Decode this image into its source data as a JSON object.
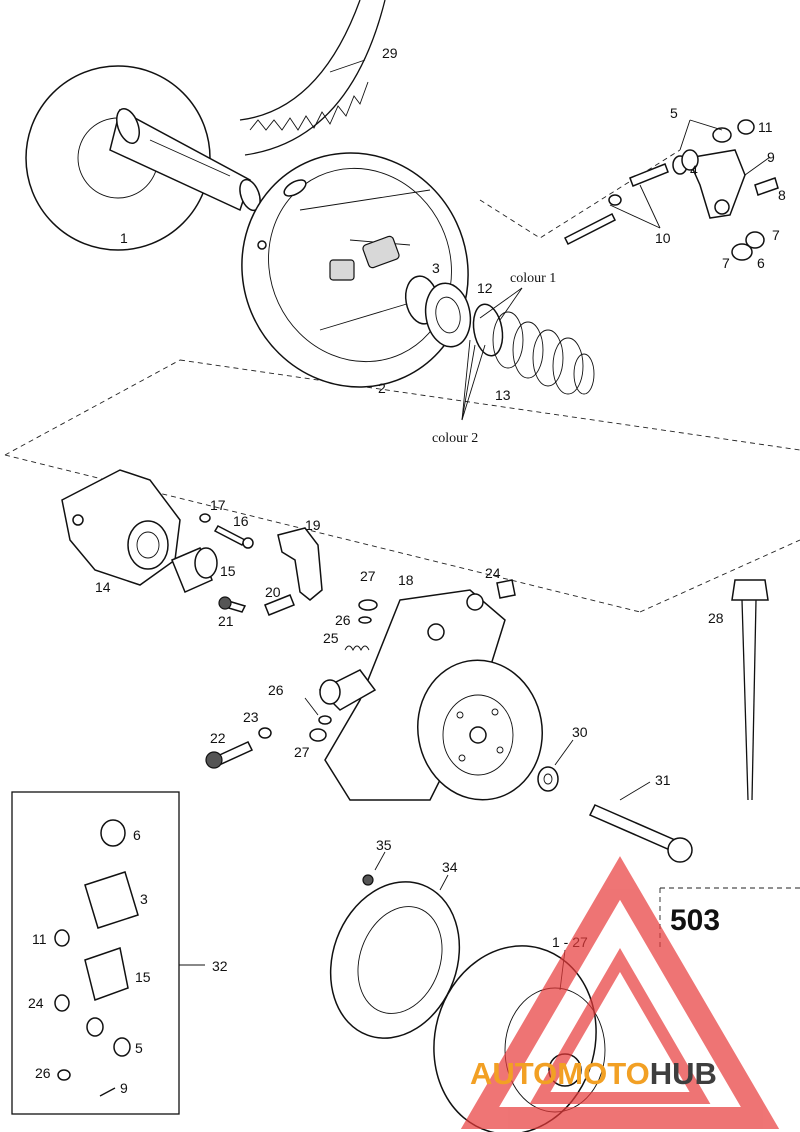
{
  "diagram": {
    "page_number": "503",
    "callouts": {
      "c1": "1",
      "c29": "29",
      "c5": "5",
      "c11a": "11",
      "c9a": "9",
      "c4": "4",
      "c8": "8",
      "c10": "10",
      "c7a": "7",
      "c7b": "7",
      "c6a": "6",
      "c3a": "3",
      "c12": "12",
      "c2": "2",
      "c13": "13",
      "c17": "17",
      "c16": "16",
      "c14": "14",
      "c15a": "15",
      "c19": "19",
      "c27a": "27",
      "c18": "18",
      "c24a": "24",
      "c20": "20",
      "c21": "21",
      "c26a": "26",
      "c25": "25",
      "c28": "28",
      "c26b": "26",
      "c23": "23",
      "c22": "22",
      "c27b": "27",
      "c30": "30",
      "c31": "31",
      "c6b": "6",
      "c3b": "3",
      "c11b": "11",
      "c15b": "15",
      "c32": "32",
      "c24b": "24",
      "c5b": "5",
      "c26c": "26",
      "c9b": "9",
      "c35": "35",
      "c34": "34",
      "c1_27": "1 - 27"
    },
    "captions": {
      "colour1": "colour 1",
      "colour2": "colour 2"
    }
  },
  "watermark": {
    "part1": "AUTO",
    "part2": "MOTO",
    "part3": "HUB",
    "colors": {
      "triangle": "#e83a3a",
      "accent": "#f2a024",
      "dark": "#3e3e3e"
    }
  }
}
